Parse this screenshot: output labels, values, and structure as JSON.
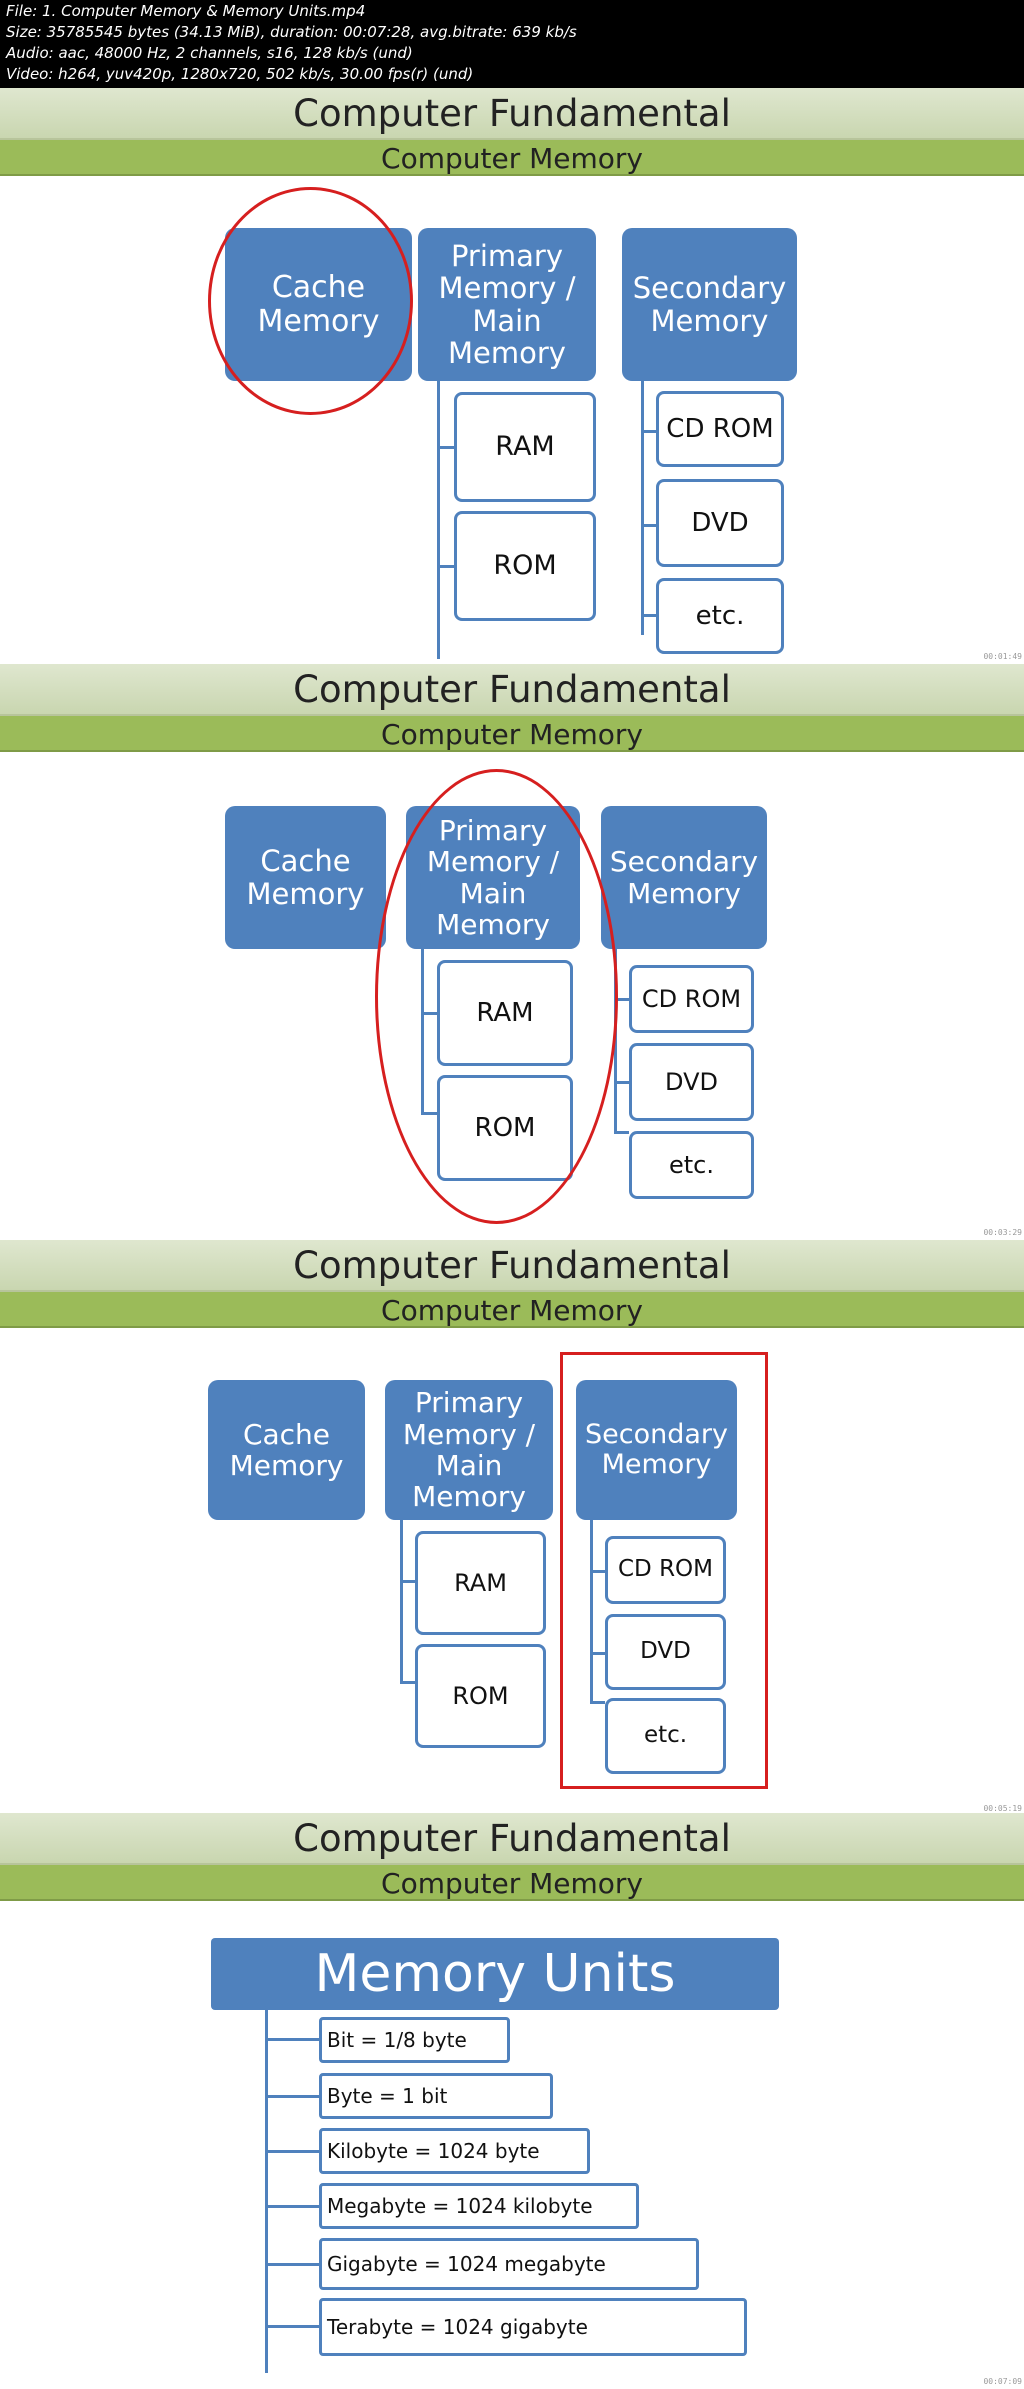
{
  "file_info": {
    "line1": "File: 1. Computer Memory & Memory Units.mp4",
    "line2": "Size: 35785545 bytes (34.13 MiB), duration: 00:07:28, avg.bitrate: 639 kb/s",
    "line3": "Audio: aac, 48000 Hz, 2 channels, s16, 128 kb/s (und)",
    "line4": "Video: h264, yuv420p, 1280x720, 502 kb/s, 30.00 fps(r) (und)"
  },
  "slide": {
    "title": "Computer Fundamental",
    "subtitle": "Computer Memory"
  },
  "diagram": {
    "cache": "Cache Memory",
    "primary": "Primary Memory / Main Memory",
    "secondary": "Secondary Memory",
    "ram": "RAM",
    "rom": "ROM",
    "cdrom": "CD ROM",
    "dvd": "DVD",
    "etc": "etc."
  },
  "units": {
    "title": "Memory Units",
    "items": [
      "Bit = 1/8 byte",
      "Byte = 1 bit",
      "Kilobyte = 1024 byte",
      "Megabyte = 1024 kilobyte",
      "Gigabyte = 1024 megabyte",
      "Terabyte = 1024 gigabyte"
    ]
  },
  "timestamps": [
    "00:01:49",
    "00:03:29",
    "00:05:19",
    "00:07:09"
  ]
}
